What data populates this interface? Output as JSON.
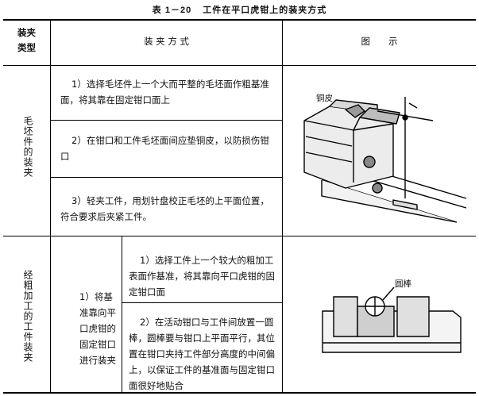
{
  "caption": {
    "number": "表 1－20",
    "title": "工件在平口虎钳上的装夹方式"
  },
  "header": {
    "type_line1": "装夹",
    "type_line2": "类型",
    "method": "装 夹 方 式",
    "figure": "图　　示"
  },
  "section1": {
    "type_label": "毛坯件的装夹",
    "steps": [
      "1）选择毛坯件上一个大而平整的毛坯面作粗基准面，将其靠在固定钳口面上",
      "2）在钳口和工件毛坯面间应垫铜皮，以防损伤钳口",
      "3）轻夹工件，用划针盘校正毛坯的上平面位置，符合要求后夹紧工件。"
    ],
    "figure_label": "铜皮"
  },
  "section2": {
    "type_label": "经粗加工的工件装夹",
    "middle": "1）将基准靠向平口虎钳的固定钳口进行装夹",
    "steps": [
      "1）选择工件上一个较大的粗加工表面作基准，将其靠向平口虎钳的固定钳口面",
      "2）在活动钳口与工件间放置一圆棒，圆棒要与钳口上平面平行，其位置在钳口夹持工件部分高度的中间偏上，以保证工件的基准面与固定钳口面很好地贴合"
    ],
    "figure_label": "圆棒"
  }
}
